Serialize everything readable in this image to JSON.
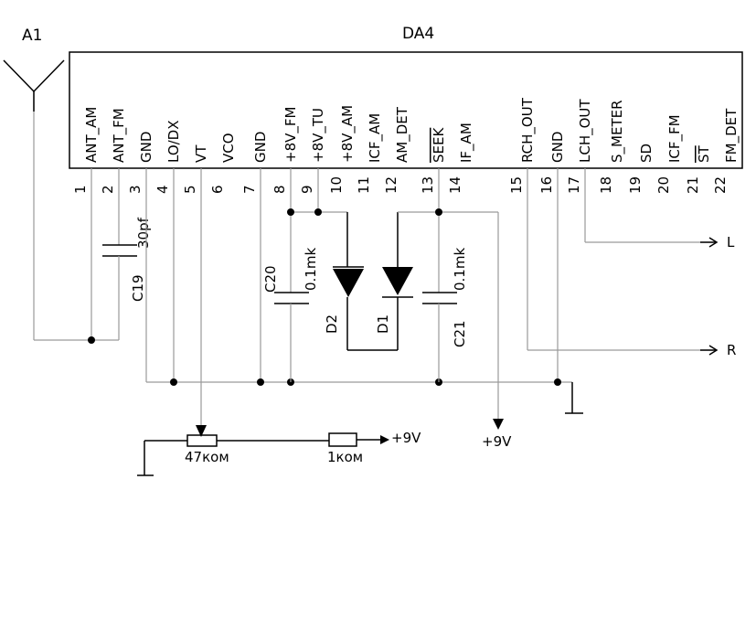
{
  "chip": {
    "ref": "DA4",
    "pins": [
      {
        "num": "1",
        "name": "ANT_AM",
        "overline": false
      },
      {
        "num": "2",
        "name": "ANT_FM",
        "overline": false
      },
      {
        "num": "3",
        "name": "GND",
        "overline": false
      },
      {
        "num": "4",
        "name": "LO/DX",
        "overline": false
      },
      {
        "num": "5",
        "name": "VT",
        "overline": false
      },
      {
        "num": "6",
        "name": "VCO",
        "overline": false
      },
      {
        "num": "7",
        "name": "GND",
        "overline": false
      },
      {
        "num": "8",
        "name": "+8V_FM",
        "overline": false
      },
      {
        "num": "9",
        "name": "+8V_TU",
        "overline": false
      },
      {
        "num": "10",
        "name": "+8V_AM",
        "overline": false
      },
      {
        "num": "11",
        "name": "ICF_AM",
        "overline": false
      },
      {
        "num": "12",
        "name": "AM_DET",
        "overline": false
      },
      {
        "num": "13",
        "name": "SEEK",
        "overline": true
      },
      {
        "num": "14",
        "name": "IF_AM",
        "overline": false
      },
      {
        "num": "15",
        "name": "RCH_OUT",
        "overline": false
      },
      {
        "num": "16",
        "name": "GND",
        "overline": false
      },
      {
        "num": "17",
        "name": "LCH_OUT",
        "overline": false
      },
      {
        "num": "18",
        "name": "S_METER",
        "overline": false
      },
      {
        "num": "19",
        "name": "SD",
        "overline": false
      },
      {
        "num": "20",
        "name": "ICF_FM",
        "overline": false
      },
      {
        "num": "21",
        "name": "ST",
        "overline": true
      },
      {
        "num": "22",
        "name": "FM_DET",
        "overline": false
      }
    ]
  },
  "antenna": {
    "ref": "A1"
  },
  "components": {
    "c19": {
      "ref": "C19",
      "value": "30pf"
    },
    "c20": {
      "ref": "C20",
      "value": "0.1mk"
    },
    "c21": {
      "ref": "C21",
      "value": "0.1mk"
    },
    "d1": {
      "ref": "D1"
    },
    "d2": {
      "ref": "D2"
    },
    "pot": {
      "value": "47ком"
    },
    "res": {
      "value": "1ком"
    }
  },
  "nets": {
    "supply_res": "+9V",
    "supply_pin14": "+9V",
    "out_left": "L",
    "out_right": "R"
  },
  "colors": {
    "wire": "#000000",
    "pin_lead": "#9a9a9a",
    "background": "#ffffff"
  }
}
